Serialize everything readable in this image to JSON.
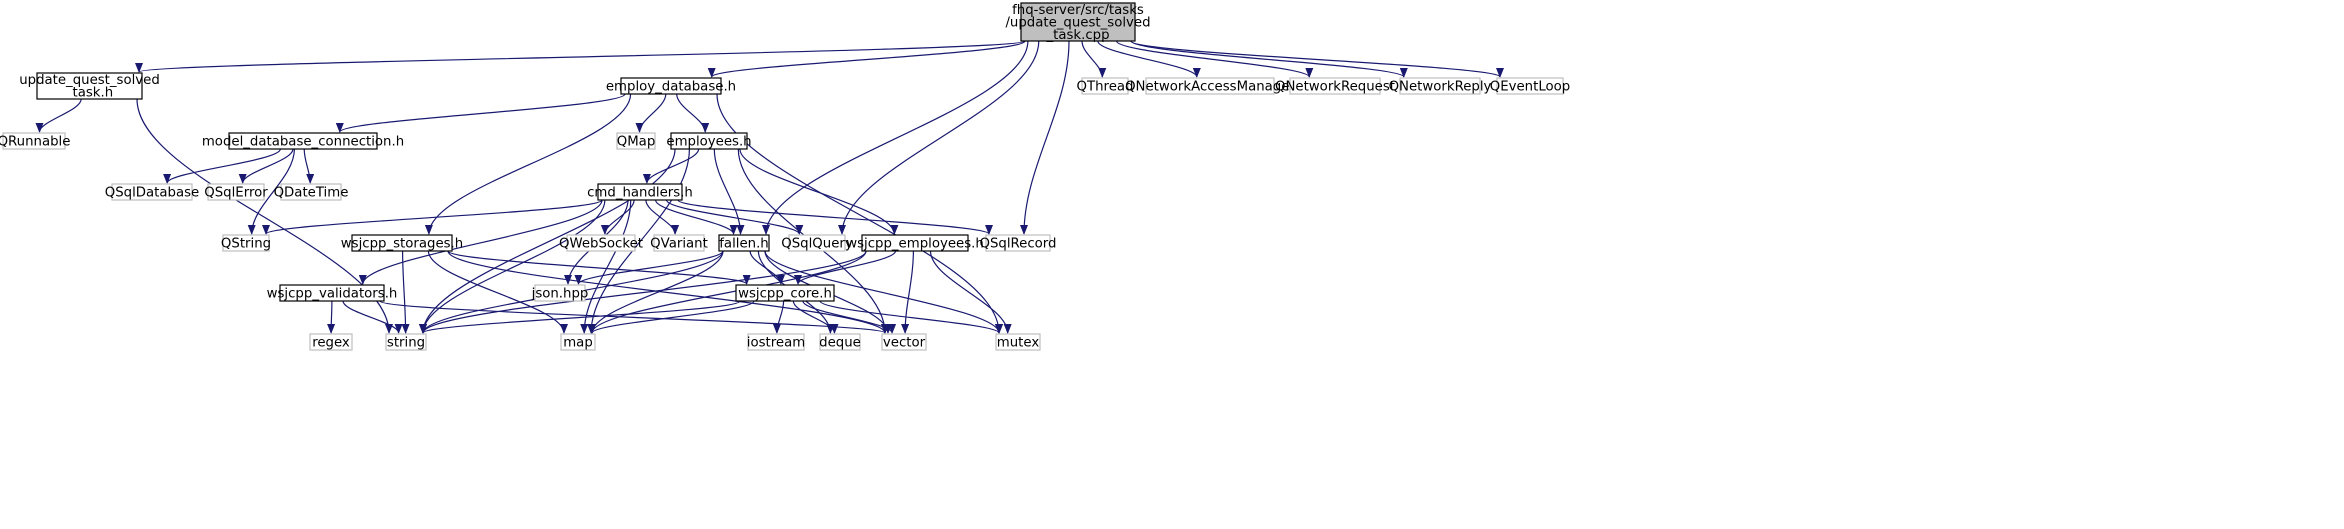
{
  "colors": {
    "edge": "#191970",
    "root_fill": "#bfbfbf",
    "root_border": "#000000",
    "project_border": "#000000",
    "external_border": "#bfbfbf",
    "external_text": "#000000",
    "background": "#ffffff"
  },
  "nodes": [
    {
      "id": "root",
      "kind": "root",
      "lines": [
        "fhq-server/src/tasks",
        "/update_quest_solved",
        "_task.cpp"
      ]
    },
    {
      "id": "update_quest_solved_task_h",
      "kind": "project",
      "lines": [
        "update_quest_solved",
        "_task.h"
      ]
    },
    {
      "id": "employ_database_h",
      "kind": "project",
      "lines": [
        "employ_database.h"
      ]
    },
    {
      "id": "fallen_h",
      "kind": "project",
      "lines": [
        "fallen.h"
      ]
    },
    {
      "id": "QSqlQuery",
      "kind": "external",
      "lines": [
        "QSqlQuery"
      ]
    },
    {
      "id": "QSqlRecord",
      "kind": "external",
      "lines": [
        "QSqlRecord"
      ]
    },
    {
      "id": "QThread",
      "kind": "external",
      "lines": [
        "QThread"
      ]
    },
    {
      "id": "QNetworkAccessManager",
      "kind": "external",
      "lines": [
        "QNetworkAccessManager"
      ]
    },
    {
      "id": "QNetworkRequest",
      "kind": "external",
      "lines": [
        "QNetworkRequest"
      ]
    },
    {
      "id": "QNetworkReply",
      "kind": "external",
      "lines": [
        "QNetworkReply"
      ]
    },
    {
      "id": "QEventLoop",
      "kind": "external",
      "lines": [
        "QEventLoop"
      ]
    },
    {
      "id": "QRunnable",
      "kind": "external",
      "lines": [
        "QRunnable"
      ]
    },
    {
      "id": "string",
      "kind": "external",
      "lines": [
        "string"
      ]
    },
    {
      "id": "model_database_connection_h",
      "kind": "project",
      "lines": [
        "model_database_connection.h"
      ]
    },
    {
      "id": "QMap",
      "kind": "external",
      "lines": [
        "QMap"
      ]
    },
    {
      "id": "employees_h",
      "kind": "project",
      "lines": [
        "employees.h"
      ]
    },
    {
      "id": "wsjcpp_storages_h",
      "kind": "project",
      "lines": [
        "wsjcpp_storages.h"
      ]
    },
    {
      "id": "mutex",
      "kind": "external",
      "lines": [
        "mutex"
      ]
    },
    {
      "id": "QSqlDatabase",
      "kind": "external",
      "lines": [
        "QSqlDatabase"
      ]
    },
    {
      "id": "QSqlError",
      "kind": "external",
      "lines": [
        "QSqlError"
      ]
    },
    {
      "id": "QDateTime",
      "kind": "external",
      "lines": [
        "QDateTime"
      ]
    },
    {
      "id": "QString",
      "kind": "external",
      "lines": [
        "QString"
      ]
    },
    {
      "id": "cmd_handlers_h",
      "kind": "project",
      "lines": [
        "cmd_handlers.h"
      ]
    },
    {
      "id": "map",
      "kind": "external",
      "lines": [
        "map"
      ]
    },
    {
      "id": "wsjcpp_employees_h",
      "kind": "project",
      "lines": [
        "wsjcpp_employees.h"
      ]
    },
    {
      "id": "vector",
      "kind": "external",
      "lines": [
        "vector"
      ]
    },
    {
      "id": "QWebSocket",
      "kind": "external",
      "lines": [
        "QWebSocket"
      ]
    },
    {
      "id": "QVariant",
      "kind": "external",
      "lines": [
        "QVariant"
      ]
    },
    {
      "id": "json_hpp",
      "kind": "external",
      "lines": [
        "json.hpp"
      ]
    },
    {
      "id": "wsjcpp_validators_h",
      "kind": "project",
      "lines": [
        "wsjcpp_validators.h"
      ]
    },
    {
      "id": "deque",
      "kind": "external",
      "lines": [
        "deque"
      ]
    },
    {
      "id": "wsjcpp_core_h",
      "kind": "project",
      "lines": [
        "wsjcpp_core.h"
      ]
    },
    {
      "id": "regex",
      "kind": "external",
      "lines": [
        "regex"
      ]
    },
    {
      "id": "iostream",
      "kind": "external",
      "lines": [
        "iostream"
      ]
    }
  ],
  "edges": [
    [
      "root",
      "update_quest_solved_task_h"
    ],
    [
      "root",
      "employ_database_h"
    ],
    [
      "root",
      "fallen_h"
    ],
    [
      "root",
      "QSqlQuery"
    ],
    [
      "root",
      "QSqlRecord"
    ],
    [
      "root",
      "QThread"
    ],
    [
      "root",
      "QNetworkAccessManager"
    ],
    [
      "root",
      "QNetworkRequest"
    ],
    [
      "root",
      "QNetworkReply"
    ],
    [
      "root",
      "QEventLoop"
    ],
    [
      "update_quest_solved_task_h",
      "QRunnable"
    ],
    [
      "update_quest_solved_task_h",
      "string"
    ],
    [
      "employ_database_h",
      "model_database_connection_h"
    ],
    [
      "employ_database_h",
      "QMap"
    ],
    [
      "employ_database_h",
      "employees_h"
    ],
    [
      "employ_database_h",
      "wsjcpp_storages_h"
    ],
    [
      "employ_database_h",
      "mutex"
    ],
    [
      "model_database_connection_h",
      "QSqlDatabase"
    ],
    [
      "model_database_connection_h",
      "QSqlError"
    ],
    [
      "model_database_connection_h",
      "QDateTime"
    ],
    [
      "model_database_connection_h",
      "QString"
    ],
    [
      "employees_h",
      "cmd_handlers_h"
    ],
    [
      "employees_h",
      "fallen_h"
    ],
    [
      "employees_h",
      "wsjcpp_employees_h"
    ],
    [
      "employees_h",
      "map"
    ],
    [
      "employees_h",
      "string"
    ],
    [
      "employees_h",
      "vector"
    ],
    [
      "cmd_handlers_h",
      "QString"
    ],
    [
      "cmd_handlers_h",
      "QWebSocket"
    ],
    [
      "cmd_handlers_h",
      "QVariant"
    ],
    [
      "cmd_handlers_h",
      "fallen_h"
    ],
    [
      "cmd_handlers_h",
      "QSqlQuery"
    ],
    [
      "cmd_handlers_h",
      "QSqlRecord"
    ],
    [
      "cmd_handlers_h",
      "json_hpp"
    ],
    [
      "cmd_handlers_h",
      "wsjcpp_validators_h"
    ],
    [
      "cmd_handlers_h",
      "map"
    ],
    [
      "cmd_handlers_h",
      "string"
    ],
    [
      "fallen_h",
      "json_hpp"
    ],
    [
      "fallen_h",
      "wsjcpp_core_h"
    ],
    [
      "fallen_h",
      "string"
    ],
    [
      "fallen_h",
      "map"
    ],
    [
      "fallen_h",
      "deque"
    ],
    [
      "fallen_h",
      "vector"
    ],
    [
      "fallen_h",
      "mutex"
    ],
    [
      "wsjcpp_storages_h",
      "string"
    ],
    [
      "wsjcpp_storages_h",
      "map"
    ],
    [
      "wsjcpp_storages_h",
      "wsjcpp_core_h"
    ],
    [
      "wsjcpp_storages_h",
      "vector"
    ],
    [
      "wsjcpp_employees_h",
      "wsjcpp_core_h"
    ],
    [
      "wsjcpp_employees_h",
      "map"
    ],
    [
      "wsjcpp_employees_h",
      "string"
    ],
    [
      "wsjcpp_employees_h",
      "vector"
    ],
    [
      "wsjcpp_employees_h",
      "mutex"
    ],
    [
      "wsjcpp_validators_h",
      "regex"
    ],
    [
      "wsjcpp_validators_h",
      "string"
    ],
    [
      "wsjcpp_validators_h",
      "vector"
    ],
    [
      "wsjcpp_core_h",
      "string"
    ],
    [
      "wsjcpp_core_h",
      "iostream"
    ],
    [
      "wsjcpp_core_h",
      "deque"
    ],
    [
      "wsjcpp_core_h",
      "vector"
    ],
    [
      "wsjcpp_core_h",
      "map"
    ],
    [
      "wsjcpp_core_h",
      "mutex"
    ]
  ]
}
